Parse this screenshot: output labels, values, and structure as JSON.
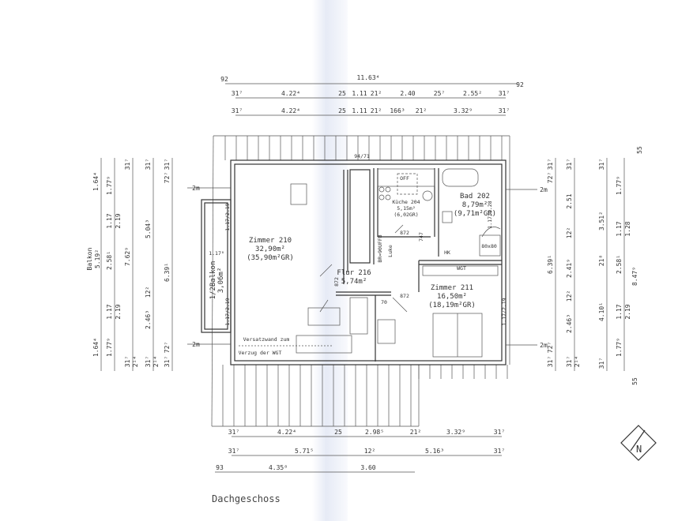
{
  "title": "Dachgeschoss",
  "rooms": {
    "zimmer210": {
      "name": "Zimmer 210",
      "area": "32,90m²",
      "gross": "(35,90m²GR)"
    },
    "kueche204": {
      "name": "Küche 204",
      "area": "5,15m²",
      "gross": "(6,02GR)"
    },
    "bad202": {
      "name": "Bad 202",
      "area": "8,79m²",
      "gross": "(9,71m²GR)"
    },
    "flur216": {
      "name": "Flur 216",
      "area": "5,74m²"
    },
    "zimmer211": {
      "name": "Zimmer 211",
      "area": "16,50m²",
      "gross": "(18,19m²GR)"
    },
    "balkon": {
      "name": "1/2Balkon",
      "area": "3,06m²"
    }
  },
  "annotations": {
    "dormer": "94/71",
    "off": "OFF",
    "door_872_a": "872",
    "door_872_b": "872",
    "door_872_c": "872",
    "door_747": "747",
    "door_br": "BR=90UFFB",
    "luke": "Luke",
    "hk": "HK",
    "wgt": "WGT",
    "shower": "80x80",
    "window_70": "70",
    "window_bad": "1.17/1.28",
    "window_211": "1.17/2.19",
    "window_210_a": "1.17/2.19",
    "window_210_b": "1.17/2.19",
    "balkon_width": "1.17⁸",
    "versatz_1": "Versatzwand zum",
    "versatz_2": "Verzug der WGT",
    "twom_left_top": "2m",
    "twom_left_bottom": "2m",
    "twom_right_top": "2m",
    "twom_right_bottom": "2m",
    "north": "N"
  },
  "dimensions": {
    "top_overall": [
      "92",
      "11.63⁴",
      "92"
    ],
    "top_row1": [
      "31⁷",
      "4.22⁴",
      "25",
      "1.11",
      "21²",
      "2.40",
      "25⁷",
      "2.55²",
      "31⁷"
    ],
    "top_row2": [
      "31⁷",
      "4.22⁴",
      "25",
      "1.11",
      "21²",
      "166³",
      "21²",
      "3.32⁹",
      "31⁷"
    ],
    "bottom_row1": [
      "31⁷",
      "4.22⁴",
      "25",
      "2.98⁵",
      "21²",
      "3.32⁹",
      "31⁷"
    ],
    "bottom_row2": [
      "31⁷",
      "5.71⁵",
      "12²",
      "5.16³",
      "31⁷"
    ],
    "bottom_row3": [
      "93",
      "4.35⁸",
      "3.60"
    ],
    "left_col1": [
      "1.64⁴",
      "Balkon",
      "5.19²",
      "1.64⁴"
    ],
    "left_col2": [
      "1.77⁹",
      "1.17",
      "2.19",
      "2.58¹",
      "1.17",
      "2.19",
      "1.77⁹"
    ],
    "left_col3": [
      "31⁷",
      "7.62⁹",
      "31⁷",
      "2¹⁴"
    ],
    "left_col4": [
      "31⁷",
      "5.04³",
      "12²",
      "2.46³",
      "31⁷",
      "2¹⁴"
    ],
    "left_col5": [
      "31⁷",
      "72⁷",
      "6.39¹",
      "72⁷",
      "31⁷"
    ],
    "right_col1": [
      "31⁷",
      "72⁷",
      "6.39¹",
      "72⁷",
      "31⁷"
    ],
    "right_col2": [
      "31⁷",
      "2.51",
      "12²",
      "2.41⁹",
      "12²",
      "2.46³",
      "31⁷",
      "2¹⁴"
    ],
    "right_col3": [
      "31⁷",
      "3.51²",
      "21⁸",
      "4.10¹",
      "31⁷"
    ],
    "right_col4": [
      "1.77⁹",
      "1.17",
      "1.28",
      "2.58¹",
      "1.17",
      "2.19",
      "1.77⁹"
    ],
    "right_col5": [
      "55",
      "8.47⁹",
      "55"
    ]
  }
}
